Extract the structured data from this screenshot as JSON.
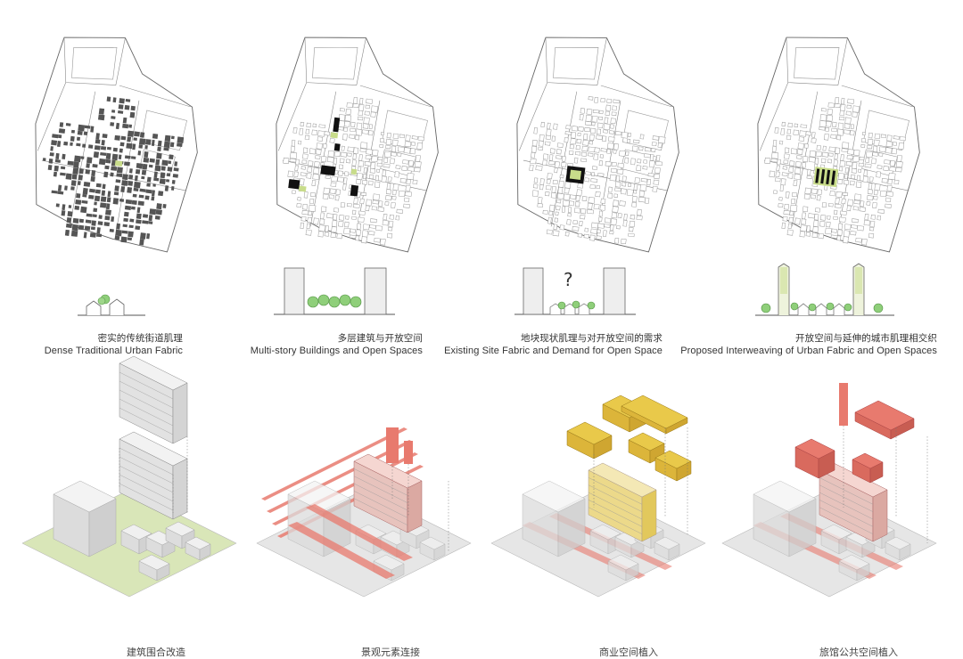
{
  "panels": [
    {
      "caption_zh": "密实的传统街道肌理",
      "caption_en": "Dense Traditional Urban Fabric",
      "variant": "dense"
    },
    {
      "caption_zh": "多层建筑与开放空间",
      "caption_en": "Multi-story Buildings and Open Spaces",
      "variant": "multistory"
    },
    {
      "caption_zh": "地块现状肌理与对开放空间的需求",
      "caption_en": "Existing Site Fabric and Demand for Open Space",
      "variant": "demand",
      "question_mark": "?"
    },
    {
      "caption_zh": "开放空间与延伸的城市肌理相交织",
      "caption_en": "Proposed Interweaving of Urban Fabric and Open Spaces",
      "variant": "interweave"
    }
  ],
  "bottom_captions": [
    "建筑围合改造",
    "景观元素连接",
    "商业空间植入",
    "旅馆公共空间植入"
  ],
  "colors": {
    "line": "#666666",
    "dense_block": "#555555",
    "green": "#c8dc8a",
    "dark_block": "#111111",
    "salmon": "#e87a6e",
    "yellow": "#e9c94a",
    "base_gray": "#e6e6e6",
    "ground_green": "#d9e6b8"
  }
}
